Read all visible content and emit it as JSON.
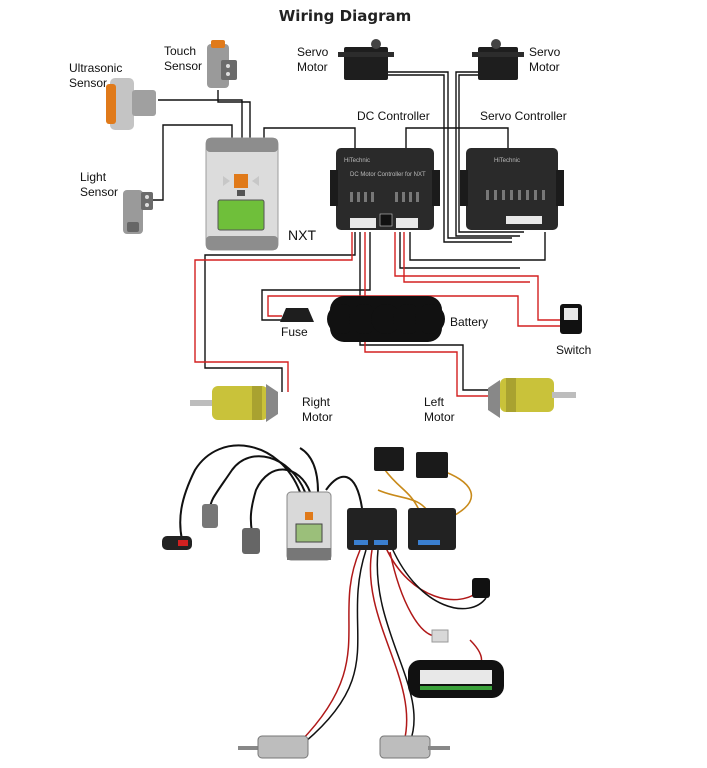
{
  "title": "Wiring Diagram",
  "labels": {
    "touch_sensor": [
      "Touch",
      "Sensor"
    ],
    "ultrasonic_sensor": [
      "Ultrasonic",
      "Sensor"
    ],
    "light_sensor": [
      "Light",
      "Sensor"
    ],
    "nxt": "NXT",
    "servo_motor_left": [
      "Servo",
      "Motor"
    ],
    "servo_motor_right": [
      "Servo",
      "Motor"
    ],
    "dc_controller": "DC Controller",
    "servo_controller": "Servo Controller",
    "fuse": "Fuse",
    "battery": "Battery",
    "switch": "Switch",
    "right_motor": [
      "Right",
      "Motor"
    ],
    "left_motor": [
      "Left",
      "Motor"
    ]
  },
  "device_text": {
    "dc_brand": "HiTechnic",
    "dc_model": "DC Motor Controller for NXT",
    "servo_brand": "HiTechnic"
  },
  "colors": {
    "controller_body": "#2a2a2a",
    "wire_red": "#d32020",
    "wire_black": "#111111",
    "nxt_body": "#dcdcdc",
    "nxt_screen": "#6fbf3a",
    "motor_gold": "#c9c23a"
  }
}
